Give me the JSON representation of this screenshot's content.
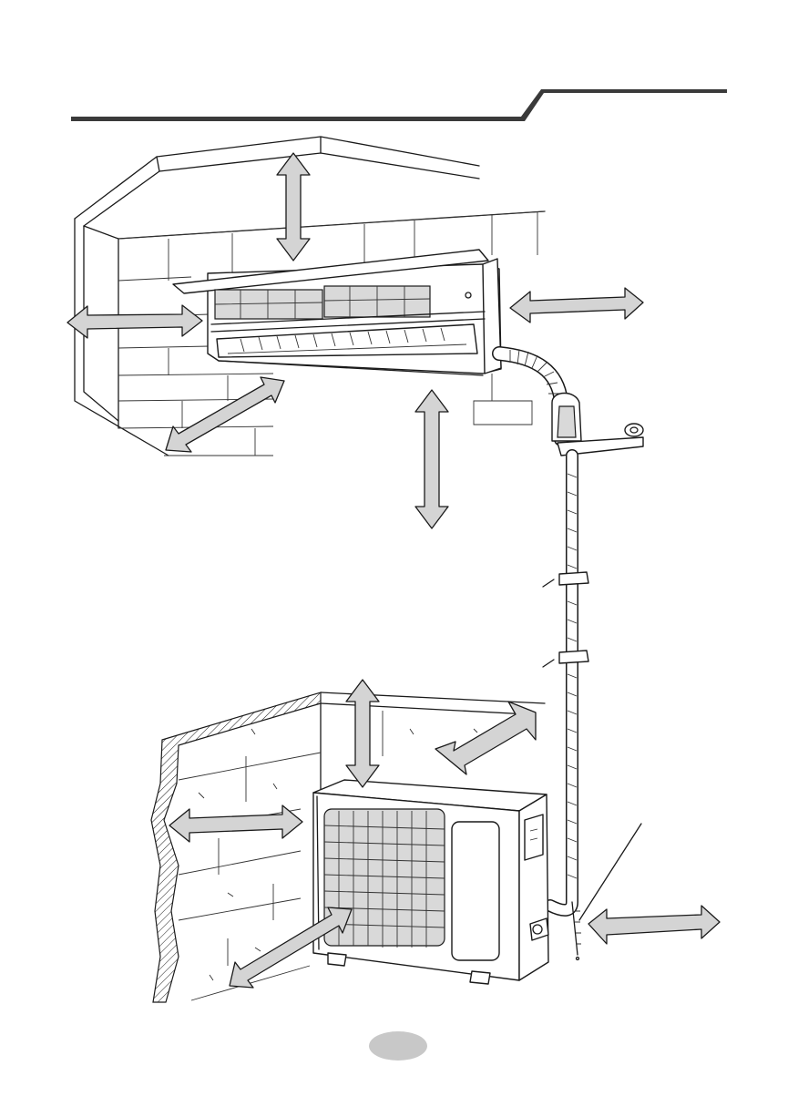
{
  "page_badge": {
    "color": "#c8c8c8"
  },
  "header_rule": {
    "color": "#3a3a3a"
  },
  "arrow_fill": "#d4d4d4",
  "indoor_unit_clearances": [
    "top",
    "left",
    "right",
    "front",
    "bottom"
  ],
  "outdoor_unit_clearances": [
    "top",
    "left",
    "front",
    "rear",
    "right"
  ]
}
